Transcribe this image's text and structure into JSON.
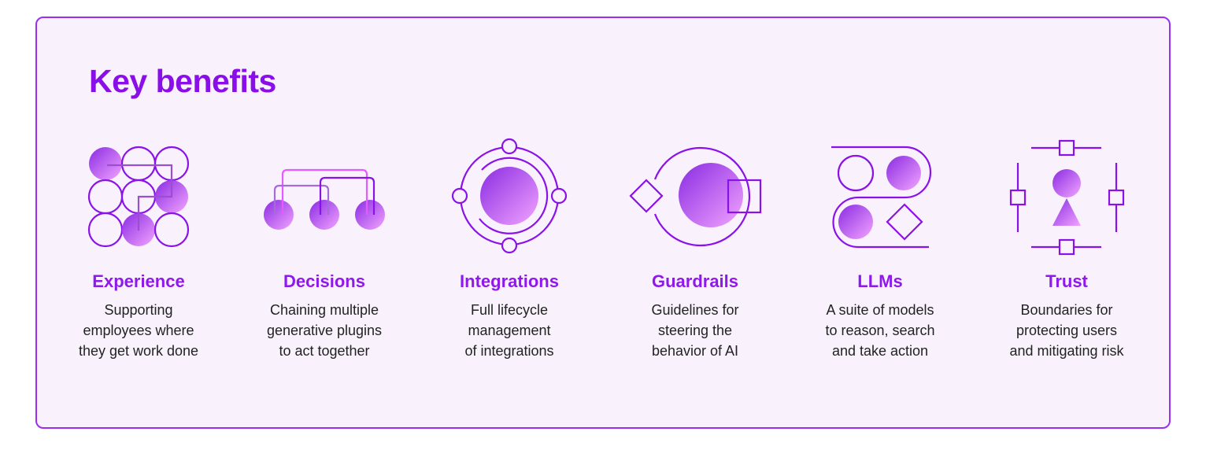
{
  "title": "Key benefits",
  "colors": {
    "accent": "#8a0ee8",
    "border": "#9a2ff0",
    "background": "#f9f2fd",
    "gradient_start": "#8a2be2",
    "gradient_end": "#f2a4ff"
  },
  "benefits": [
    {
      "icon": "grid-circles-icon",
      "heading": "Experience",
      "lines": [
        "Supporting",
        "employees where",
        "they get work done"
      ]
    },
    {
      "icon": "chained-nodes-icon",
      "heading": "Decisions",
      "lines": [
        "Chaining multiple",
        "generative plugins",
        "to act together"
      ]
    },
    {
      "icon": "orbit-icon",
      "heading": "Integrations",
      "lines": [
        "Full lifecycle",
        "management",
        "of integrations"
      ]
    },
    {
      "icon": "guardrail-icon",
      "heading": "Guardrails",
      "lines": [
        "Guidelines for",
        "steering the",
        "behavior of AI"
      ]
    },
    {
      "icon": "models-track-icon",
      "heading": "LLMs",
      "lines": [
        "A suite of models",
        "to reason, search",
        "and take action"
      ]
    },
    {
      "icon": "person-boundary-icon",
      "heading": "Trust",
      "lines": [
        "Boundaries for",
        "protecting users",
        "and mitigating risk"
      ]
    }
  ]
}
